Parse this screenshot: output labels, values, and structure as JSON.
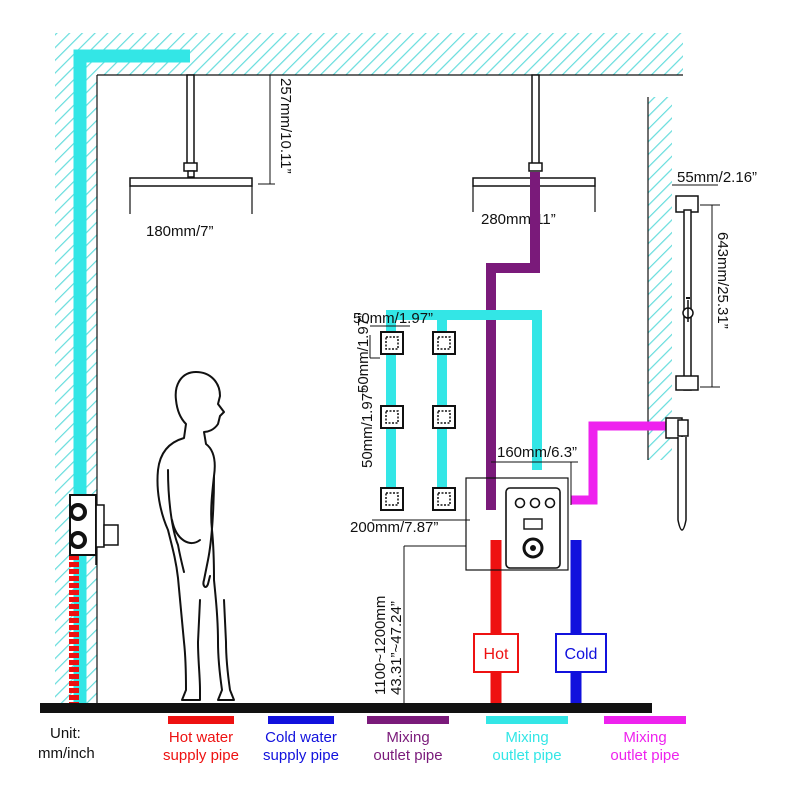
{
  "dimensions": {
    "ceiling_drop": "257mm/10.11”",
    "small_head_width": "180mm/7”",
    "large_head_width": "280mm/11”",
    "slide_bar_holder": "55mm/2.16”",
    "slide_bar_length": "643mm/25.31”",
    "body_jet_width": "50mm/1.97”",
    "body_jet_height": "50mm/1.97”",
    "jet_spacing_vertical": "50mm/1.97”",
    "jet_spacing_horizontal": "200mm/7.87”",
    "valve_width": "160mm/6.3”",
    "valve_height_mm": "1100~1200mm",
    "valve_height_inch": "43.31”~47.24”"
  },
  "pipe_labels": {
    "hot": "Hot",
    "cold": "Cold"
  },
  "legend": {
    "unit_line1": "Unit:",
    "unit_line2": "mm/inch",
    "items": [
      {
        "line1": "Hot water",
        "line2": "supply pipe",
        "color": "#ee1111"
      },
      {
        "line1": "Cold water",
        "line2": "supply pipe",
        "color": "#1111dd"
      },
      {
        "line1": "Mixing",
        "line2": "outlet pipe",
        "color": "#7a1a7a"
      },
      {
        "line1": "Mixing",
        "line2": "outlet pipe",
        "color": "#33e6e6"
      },
      {
        "line1": "Mixing",
        "line2": "outlet pipe",
        "color": "#ee22ee"
      }
    ]
  },
  "colors": {
    "hot": "#ee1111",
    "cold": "#1111dd",
    "purple": "#7a1a7a",
    "cyan": "#33e6e6",
    "magenta": "#ee22ee",
    "wall_hatch": "#66dddd",
    "line": "#111111"
  }
}
